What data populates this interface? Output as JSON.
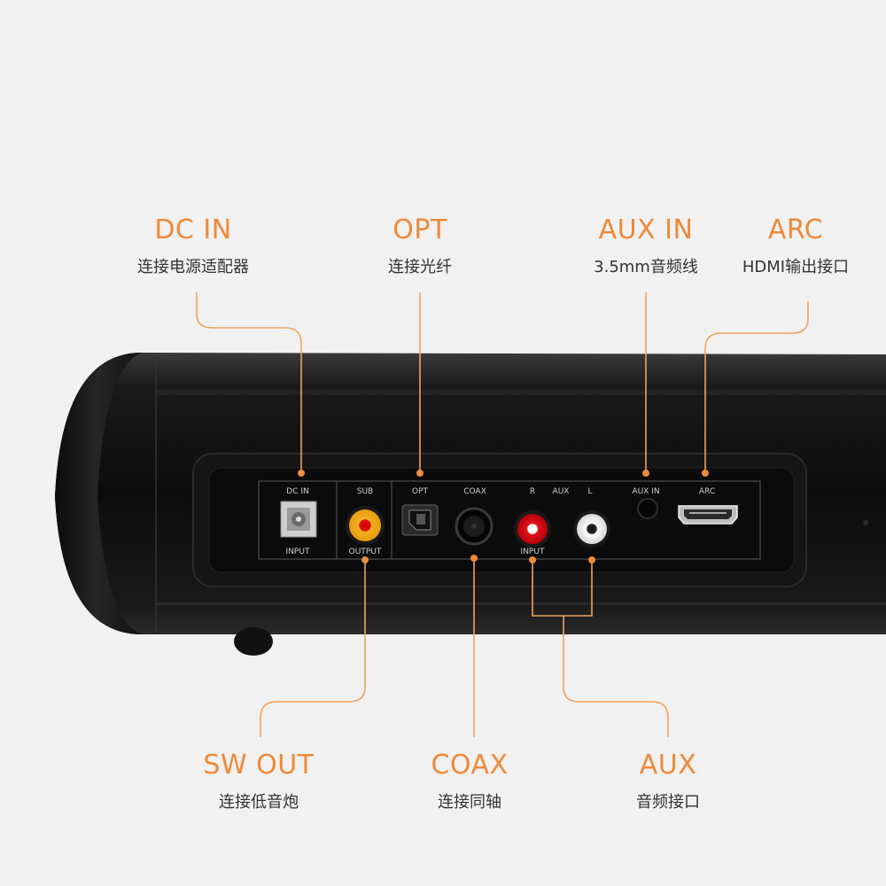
{
  "accent_color": "#ee8a3a",
  "callouts": {
    "dc_in": {
      "title": "DC IN",
      "subtitle": "连接电源适配器"
    },
    "opt": {
      "title": "OPT",
      "subtitle": "连接光纤"
    },
    "aux_in": {
      "title": "AUX IN",
      "subtitle": "3.5mm音频线"
    },
    "arc": {
      "title": "ARC",
      "subtitle": "HDMI输出接口"
    },
    "sw_out": {
      "title": "SW OUT",
      "subtitle": "连接低音炮"
    },
    "coax": {
      "title": "COAX",
      "subtitle": "连接同轴"
    },
    "aux": {
      "title": "AUX",
      "subtitle": "音频接口"
    }
  },
  "panel_labels": {
    "dc_in": "DC IN",
    "input": "INPUT",
    "sub": "SUB",
    "output": "OUTPUT",
    "opt": "OPT",
    "coax": "COAX",
    "r": "R",
    "aux": "AUX",
    "l": "L",
    "input2": "INPUT",
    "aux_in": "AUX IN",
    "arc": "ARC"
  }
}
